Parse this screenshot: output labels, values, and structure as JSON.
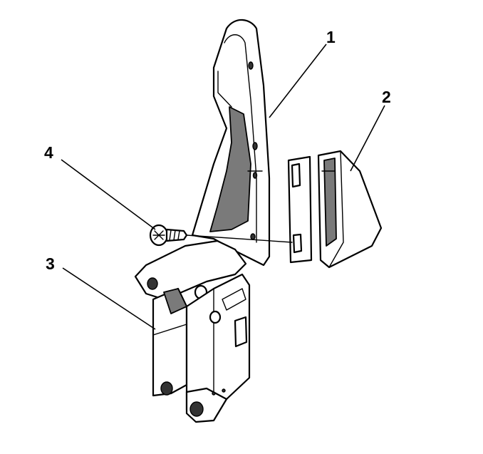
{
  "callouts": {
    "c1": "1",
    "c2": "2",
    "c3": "3",
    "c4": "4"
  },
  "colors": {
    "line": "#000000",
    "shade": "#7a7a7a",
    "background": "#ffffff"
  }
}
